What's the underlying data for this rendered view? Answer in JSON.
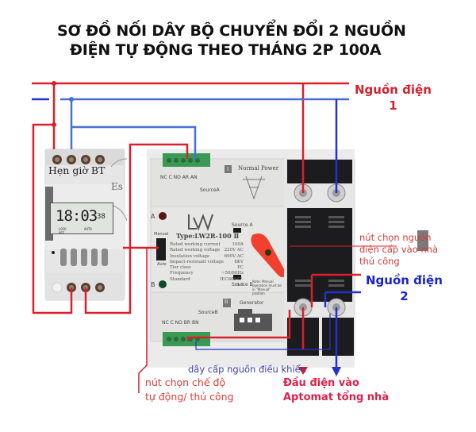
{
  "title": {
    "line1": "SƠ ĐỒ NỐI DÂY BỘ CHUYỂN ĐỔI 2 NGUỒN",
    "line2": "ĐIỆN TỰ ĐỘNG THEO THÁNG 2P 100A"
  },
  "sources": {
    "source1": {
      "line1": "Nguồn điện",
      "line2": "1"
    },
    "source2": {
      "line1": "Nguồn điện",
      "line2": "2"
    }
  },
  "annotations": {
    "manual_select": [
      "nút chọn nguồn",
      "điện cấp vào nhà",
      "thủ công"
    ],
    "mode_select": [
      "nút chọn chế độ",
      "tự động/ thủ công"
    ],
    "control_cable": "dây cấp nguồn điều khiển",
    "output": [
      "Đầu điện vào",
      "Aptomat tổng nhà"
    ]
  },
  "timer": {
    "label": "Hẹn giờ BT",
    "brand_partial": "Es",
    "time": "18:03",
    "seconds": "38",
    "tags": "LOCK AUTO OFF"
  },
  "ats": {
    "top_terminal_labels": "NC C NO AR AN",
    "top_source": "SourceA",
    "top_roman": "I",
    "top_caption": "Normal Power",
    "bottom_terminal_labels": "NC C NO BR BN",
    "bottom_source": "SourceB",
    "bottom_roman": "II",
    "bottom_caption": "Generator",
    "indicator_a": "A",
    "indicator_b": "B",
    "switch_top": "Manual",
    "switch_bottom": "Auto",
    "lever_top": "Source A",
    "lever_bottom": "Source B",
    "type": "Type:LW2R-100 Ⅱ",
    "specs": [
      {
        "k": "Rated working current",
        "v": "100A"
      },
      {
        "k": "Rated working voltage",
        "v": "220V AC"
      },
      {
        "k": "Insulation voltage",
        "v": "690V AC"
      },
      {
        "k": "Impact-resistant voltage",
        "v": "8KV"
      },
      {
        "k": "Tier class",
        "v": "PC"
      },
      {
        "k": "Frequency",
        "v": "~50/60Hz"
      },
      {
        "k": "Standard",
        "v": "IEC60947-6-1"
      }
    ],
    "note": "Note: Manual operation must be in \"Manual\" position"
  },
  "colors": {
    "live": "#d9202c",
    "neutral": "#2233cc",
    "neutral_light": "#4a6fd0",
    "annotation_red": "#d13a3a",
    "lever": "#f04030",
    "terminal_green": "#3a9a55",
    "device_body": "#e4e4e2",
    "breaker_black": "#1c1c1e"
  }
}
